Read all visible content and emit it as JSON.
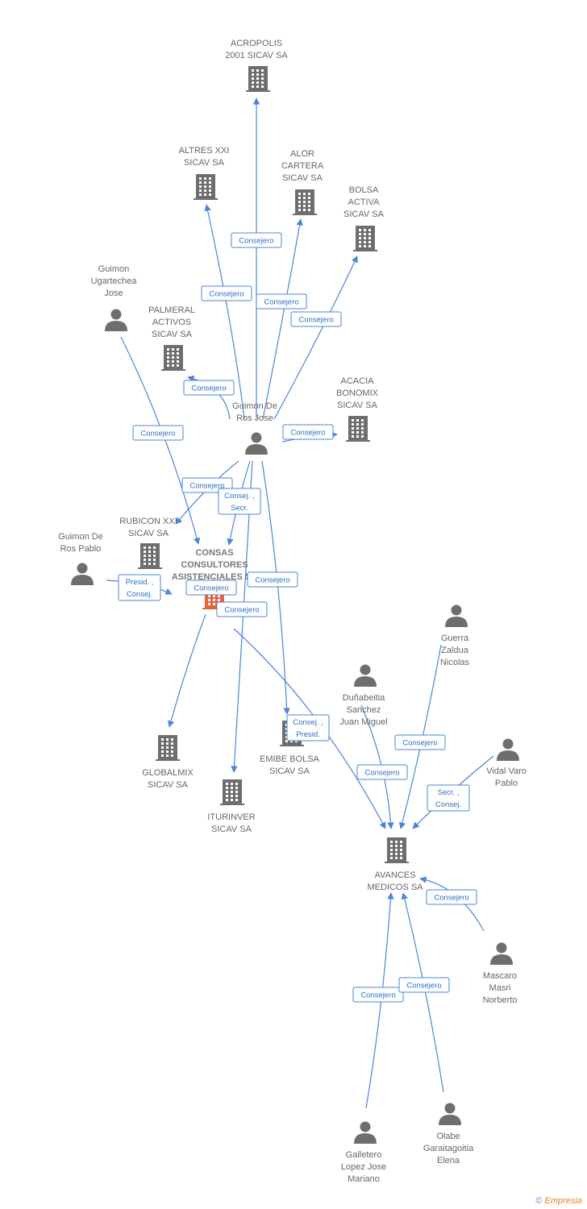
{
  "colors": {
    "edge": "#4a86d8",
    "icon": "#6e6e6e",
    "focus": "#e8623a"
  },
  "nodes": [
    {
      "id": "acropolis",
      "type": "company",
      "label": [
        "ACROPOLIS",
        "2001 SICAV SA"
      ]
    },
    {
      "id": "altres",
      "type": "company",
      "label": [
        "ALTRES XXI",
        "SICAV SA"
      ]
    },
    {
      "id": "alor",
      "type": "company",
      "label": [
        "ALOR",
        "CARTERA",
        "SICAV SA"
      ]
    },
    {
      "id": "bolsa",
      "type": "company",
      "label": [
        "BOLSA",
        "ACTIVA",
        "SICAV SA"
      ]
    },
    {
      "id": "guimon_ugartechea",
      "type": "person",
      "label": [
        "Guimon",
        "Ugartechea",
        "Jose"
      ]
    },
    {
      "id": "palmeral",
      "type": "company",
      "label": [
        "PALMERAL",
        "ACTIVOS",
        "SICAV SA"
      ]
    },
    {
      "id": "acacia",
      "type": "company",
      "label": [
        "ACACIA",
        "BONOMIX",
        "SICAV SA"
      ]
    },
    {
      "id": "guimon_jose",
      "type": "person",
      "label": [
        "Guimon De",
        "Ros Jose"
      ]
    },
    {
      "id": "rubicon",
      "type": "company",
      "label": [
        "RUBICON XXI",
        "SICAV SA"
      ]
    },
    {
      "id": "guimon_pablo",
      "type": "person",
      "label": [
        "Guimon De",
        "Ros Pablo"
      ]
    },
    {
      "id": "consas",
      "type": "company",
      "focus": true,
      "label": [
        "CONSAS",
        "CONSULTORES",
        "ASISTENCIALES SA"
      ]
    },
    {
      "id": "globalmix",
      "type": "company",
      "label": [
        "GLOBALMIX",
        "SICAV SA"
      ]
    },
    {
      "id": "iturinver",
      "type": "company",
      "label": [
        "ITURINVER",
        "SICAV SA"
      ]
    },
    {
      "id": "emibe",
      "type": "company",
      "label": [
        "EMIBE BOLSA",
        "SICAV SA"
      ]
    },
    {
      "id": "guerra",
      "type": "person",
      "label": [
        "Guerra",
        "Zaldua",
        "Nicolas"
      ]
    },
    {
      "id": "dunabeitia",
      "type": "person",
      "label": [
        "Duñabeitia",
        "Sanchez",
        "Juan Miguel"
      ]
    },
    {
      "id": "vidal",
      "type": "person",
      "label": [
        "Vidal Varo",
        "Pablo"
      ]
    },
    {
      "id": "avances",
      "type": "company",
      "label": [
        "AVANCES",
        "MEDICOS SA"
      ]
    },
    {
      "id": "mascaro",
      "type": "person",
      "label": [
        "Mascaro",
        "Masri",
        "Norberto"
      ]
    },
    {
      "id": "galletero",
      "type": "person",
      "label": [
        "Galletero",
        "Lopez Jose",
        "Mariano"
      ]
    },
    {
      "id": "olabe",
      "type": "person",
      "label": [
        "Olabe",
        "Garaitagoitia",
        "Elena"
      ]
    }
  ],
  "edges": [
    {
      "from": "guimon_jose",
      "to": "acropolis",
      "label": [
        "Consejero"
      ]
    },
    {
      "from": "guimon_jose",
      "to": "altres",
      "label": [
        "Consejero"
      ]
    },
    {
      "from": "guimon_jose",
      "to": "alor",
      "label": [
        "Consejero"
      ]
    },
    {
      "from": "guimon_jose",
      "to": "bolsa",
      "label": [
        "Consejero"
      ]
    },
    {
      "from": "guimon_jose",
      "to": "palmeral",
      "label": [
        "Consejero"
      ]
    },
    {
      "from": "guimon_jose",
      "to": "acacia",
      "label": [
        "Consejero"
      ]
    },
    {
      "from": "guimon_jose",
      "to": "rubicon",
      "label": [
        "Consejero"
      ]
    },
    {
      "from": "guimon_jose",
      "to": "consas",
      "label": [
        "Consej. ,",
        "Secr."
      ]
    },
    {
      "from": "guimon_jose",
      "to": "iturinver",
      "label": [
        "Consejero"
      ]
    },
    {
      "from": "guimon_jose",
      "to": "emibe",
      "label": [
        "Consejero"
      ]
    },
    {
      "from": "guimon_ugartechea",
      "to": "consas",
      "label": [
        "Consejero"
      ]
    },
    {
      "from": "guimon_pablo",
      "to": "consas",
      "label": [
        "Presid. ,",
        "Consej."
      ]
    },
    {
      "from": "consas",
      "to": "globalmix",
      "label": [
        "Consejero"
      ]
    },
    {
      "from": "consas",
      "to": "avances",
      "label": [
        "Consej. ,",
        "Presid."
      ]
    },
    {
      "from": "guerra",
      "to": "avances",
      "label": [
        "Consejero"
      ]
    },
    {
      "from": "dunabeitia",
      "to": "avances",
      "label": [
        "Consejero"
      ]
    },
    {
      "from": "vidal",
      "to": "avances",
      "label": [
        "Secr. ,",
        "Consej."
      ]
    },
    {
      "from": "mascaro",
      "to": "avances",
      "label": [
        "Consejero"
      ]
    },
    {
      "from": "galletero",
      "to": "avances",
      "label": [
        "Consejero"
      ]
    },
    {
      "from": "olabe",
      "to": "avances",
      "label": [
        "Consejero"
      ]
    }
  ],
  "footer": {
    "copyright_symbol": "©",
    "brand": "Empresia"
  }
}
